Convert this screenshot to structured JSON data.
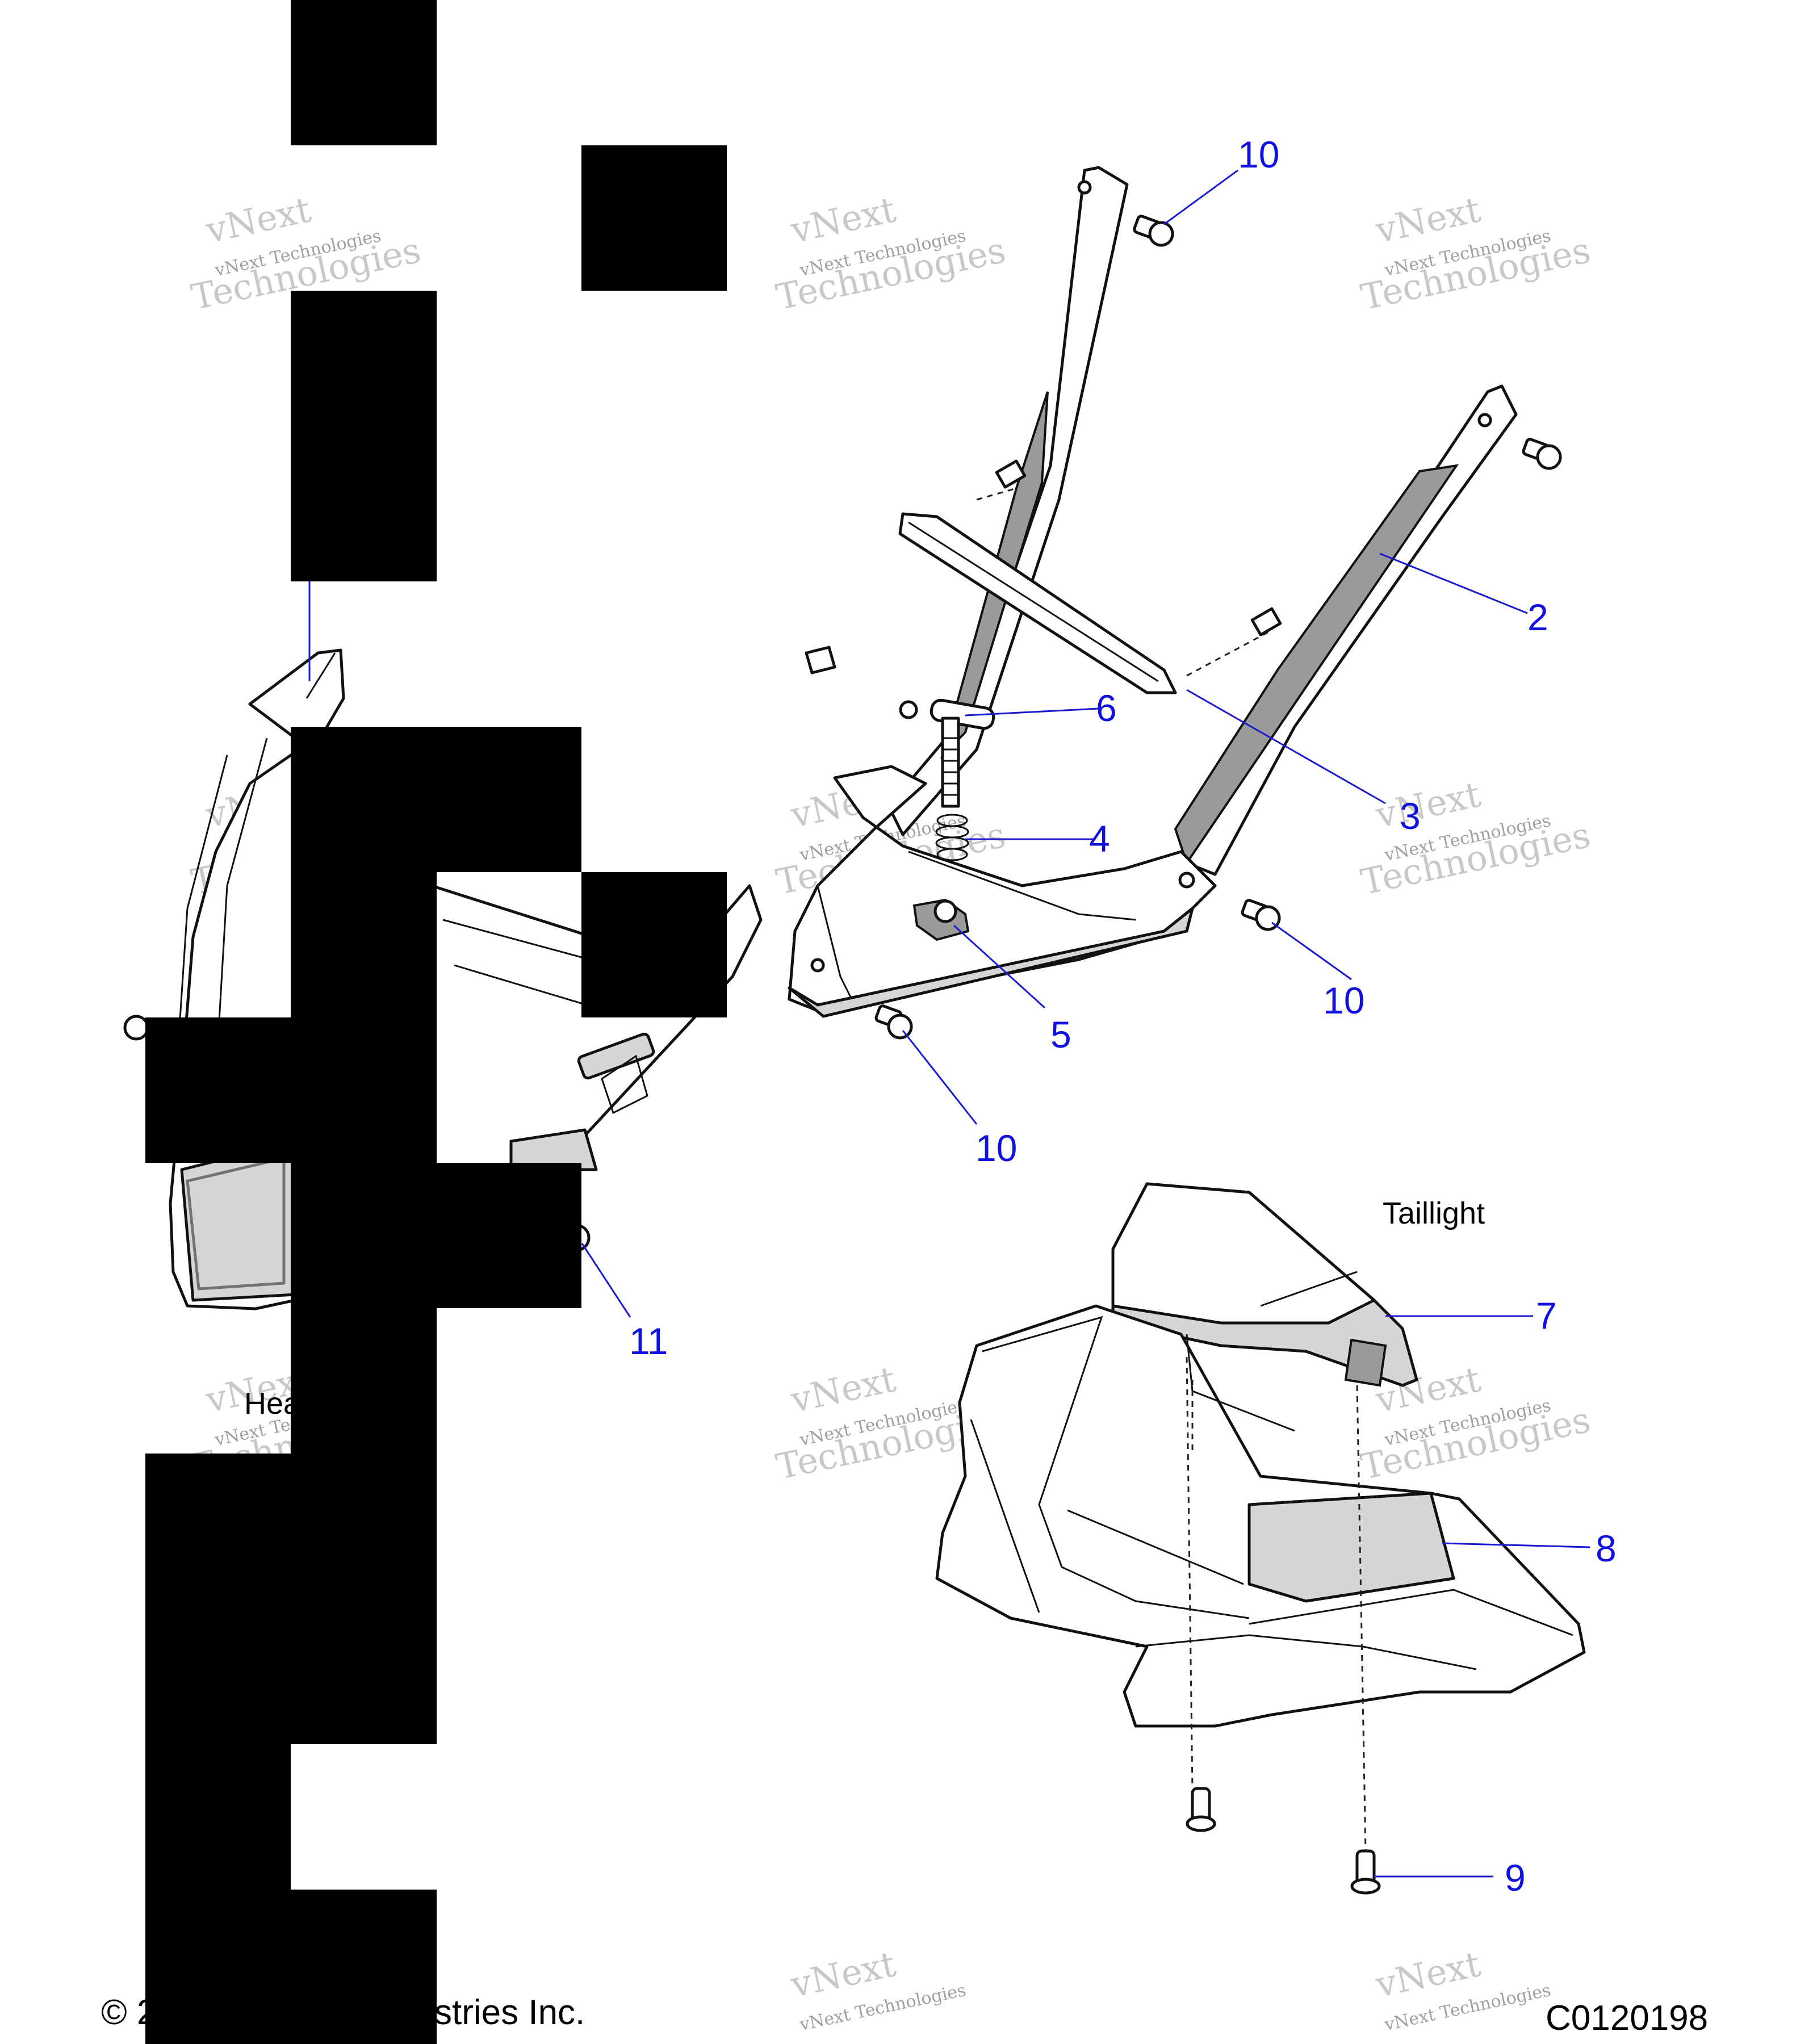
{
  "watermark": {
    "line1": "vNext",
    "line2": "vNext Technologies",
    "line3": "Technologies"
  },
  "captions": {
    "headlight": "Hea",
    "taillight": "Taillight"
  },
  "callouts": {
    "c10a": "10",
    "c2": "2",
    "c6": "6",
    "c3": "3",
    "c4": "4",
    "c10b": "10",
    "c5": "5",
    "c10c": "10",
    "c7": "7",
    "c8": "8",
    "c11": "11",
    "c9": "9"
  },
  "footer": {
    "copyright_start": "© 2",
    "copyright_end": "stries Inc.",
    "code": "C0120198"
  }
}
